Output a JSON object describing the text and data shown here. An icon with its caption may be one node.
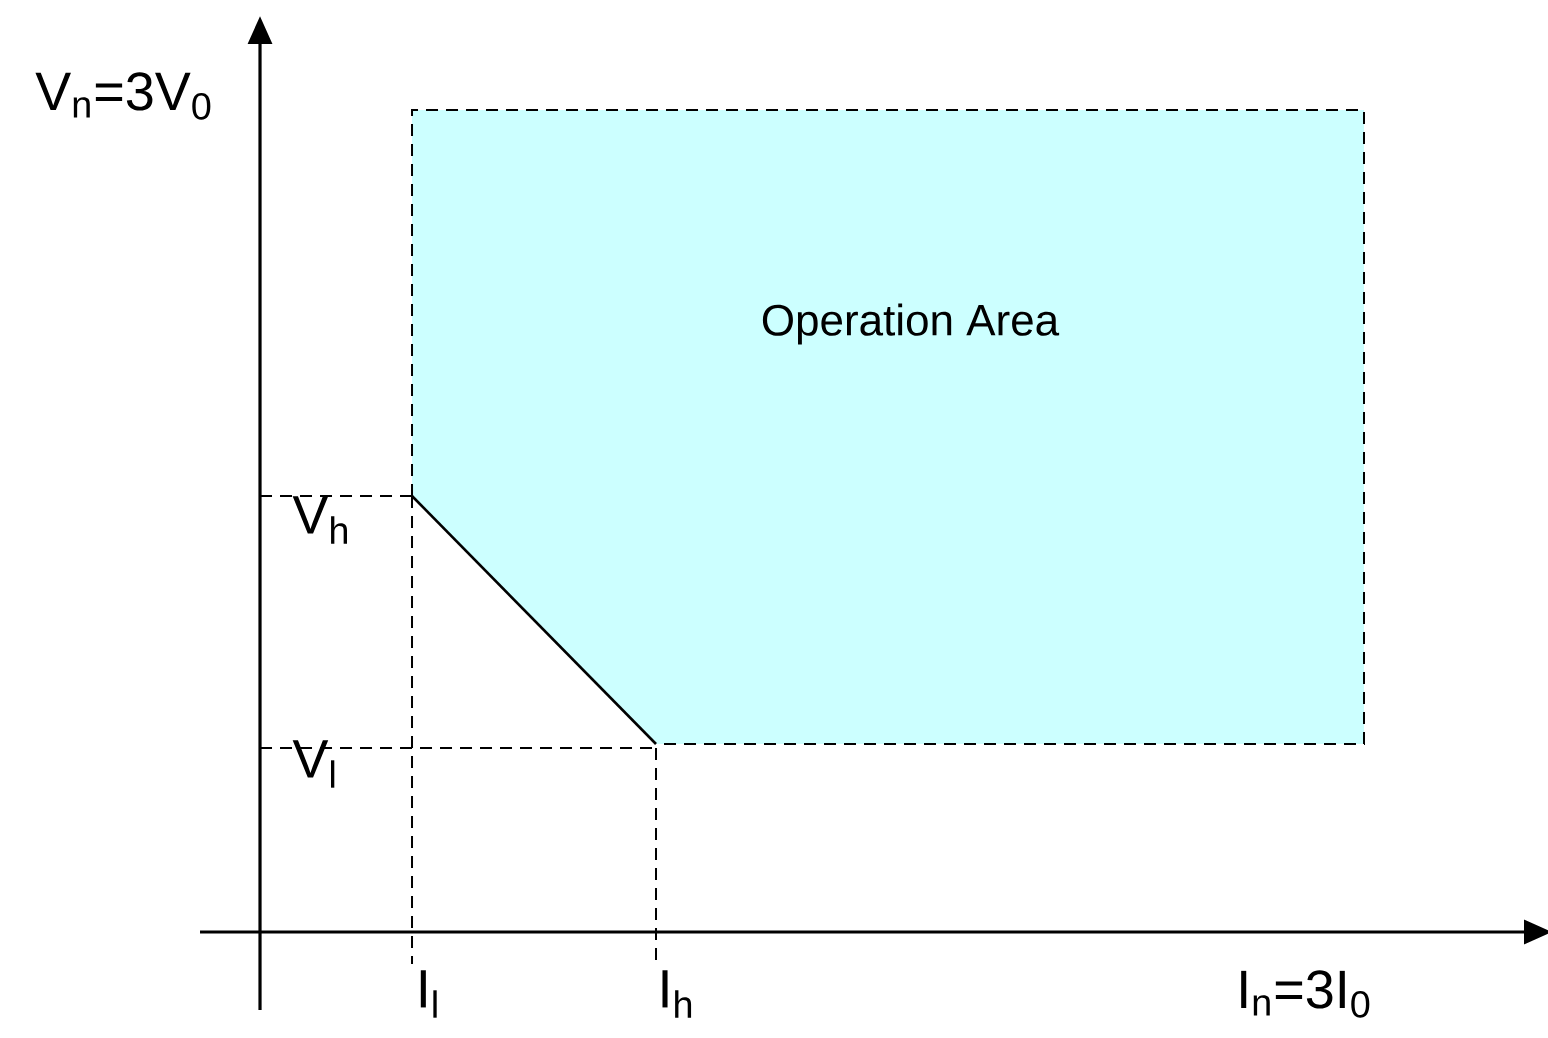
{
  "diagram": {
    "nodes": [
      {
        "text": [
          "Operation Area"
        ]
      }
    ],
    "labels": [
      "V$_{n}$=3V$_{0}$",
      "V$_{h}$",
      "V$_{l}$",
      "I$_{l}$",
      "I$_{h}$",
      "I$_{n}$=3I$_{0}$"
    ]
  }
}
